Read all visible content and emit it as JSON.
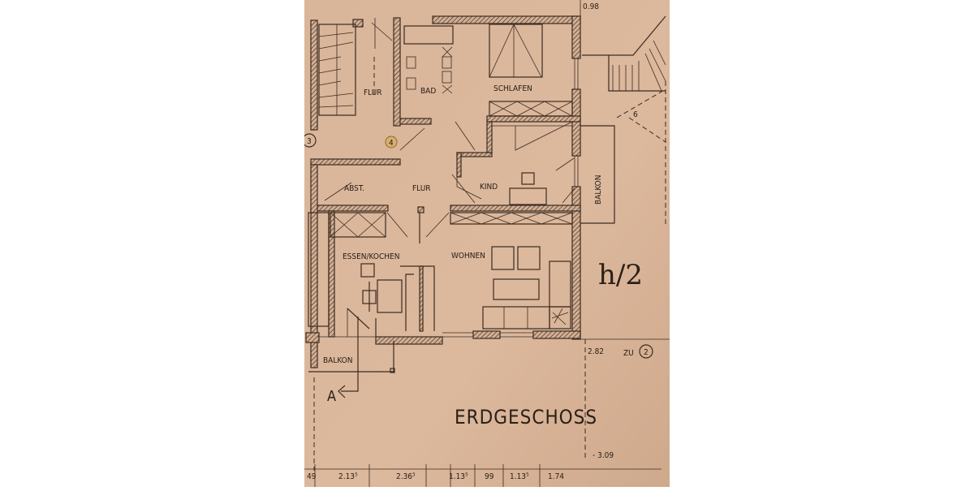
{
  "plan": {
    "title": "ERDGESCHOSS",
    "colors": {
      "paper": "#d8b498",
      "ink": "#2e241c"
    },
    "rooms": {
      "flur_top": "FLUR",
      "bad": "BAD",
      "schlafen": "SCHLAFEN",
      "abst": "ABST.",
      "flur": "FLUR",
      "kind": "KIND",
      "balkon_right": "BALKON",
      "essen_kochen": "ESSEN/KOCHEN",
      "wohnen": "WOHNEN",
      "balkon_left": "BALKON"
    },
    "markers": {
      "circle3": "3",
      "circle4": "4",
      "circle6": "6",
      "zu_label": "ZU",
      "zu_circle": "2",
      "section": "A"
    },
    "levels": {
      "top": "0.98",
      "right": "2.82",
      "bottom": "- 3.09"
    },
    "handwriting": "h/2",
    "dimensions": [
      "49",
      "2.13⁵",
      "2.36⁵",
      "1.13⁵",
      "99",
      "1.13⁵",
      "1.74"
    ]
  }
}
